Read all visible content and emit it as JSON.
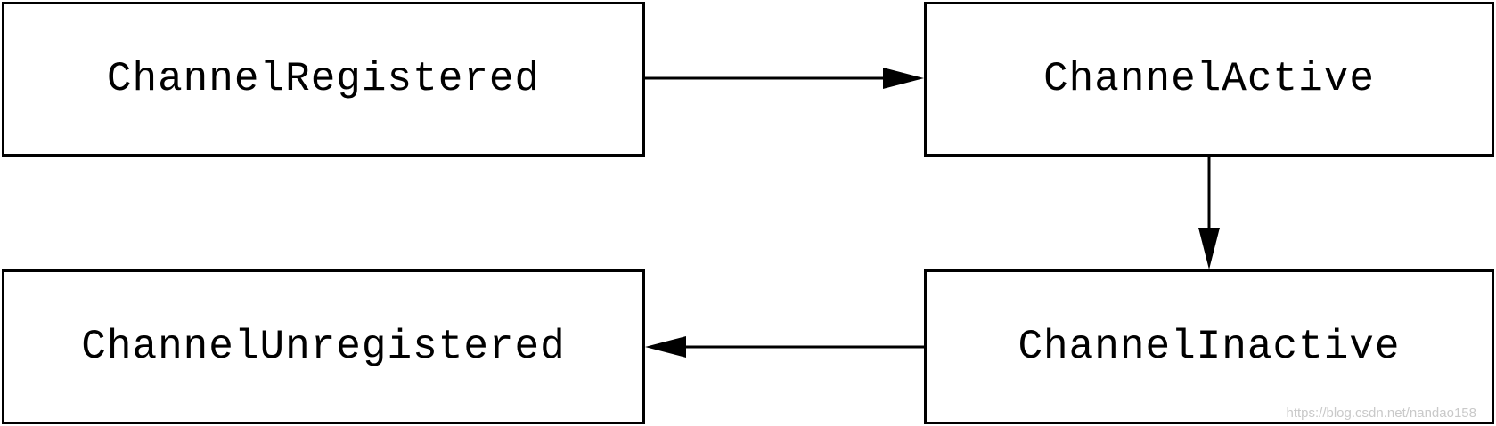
{
  "diagram": {
    "nodes": [
      {
        "id": "registered",
        "label": "ChannelRegistered"
      },
      {
        "id": "active",
        "label": "ChannelActive"
      },
      {
        "id": "inactive",
        "label": "ChannelInactive"
      },
      {
        "id": "unregistered",
        "label": "ChannelUnregistered"
      }
    ],
    "edges": [
      {
        "from": "registered",
        "to": "active"
      },
      {
        "from": "active",
        "to": "inactive"
      },
      {
        "from": "inactive",
        "to": "unregistered"
      }
    ],
    "colors": {
      "stroke": "#000000",
      "background": "#ffffff",
      "watermark": "#c9c9c9"
    }
  },
  "watermark": "https://blog.csdn.net/nandao158"
}
